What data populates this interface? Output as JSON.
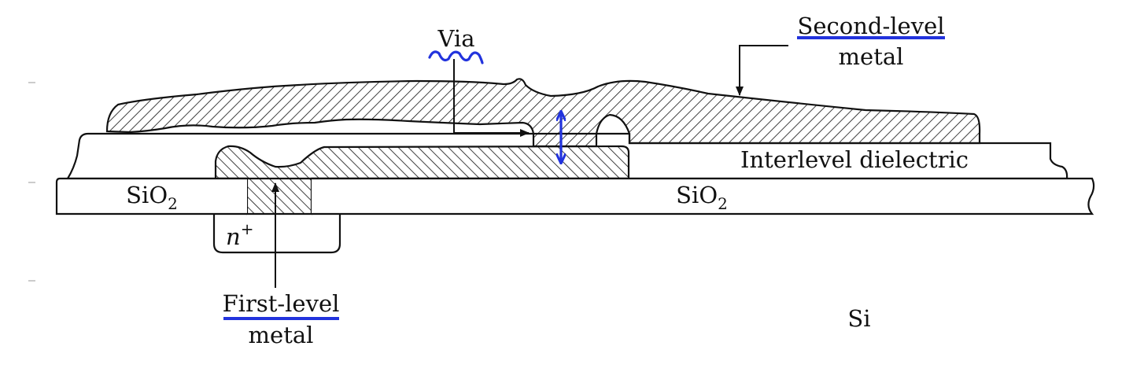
{
  "labels": {
    "via": "Via",
    "second_level_line1": "Second-level",
    "second_level_line2": "metal",
    "interlevel_dielectric": "Interlevel dielectric",
    "sio2_left_base": "SiO",
    "sio2_left_sub": "2",
    "sio2_right_base": "SiO",
    "sio2_right_sub": "2",
    "n_plus_base": "n",
    "n_plus_sup": "+",
    "first_level_line1": "First-level",
    "first_level_line2": "metal",
    "substrate": "Si"
  },
  "colors": {
    "ink": "#111111",
    "annotation": "#2233dd",
    "tick": "#bbbbbb"
  }
}
